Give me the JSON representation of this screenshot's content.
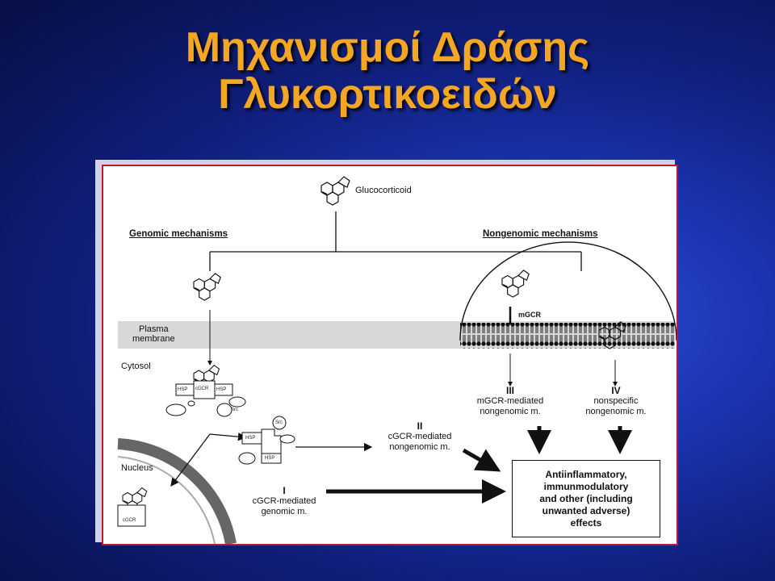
{
  "slide": {
    "title_line1": "Μηχανισμοί Δράσης",
    "title_line2": "Γλυκορτικοειδών"
  },
  "diagram": {
    "glucocorticoid": "Glucocorticoid",
    "genomic_heading": "Genomic mechanisms",
    "nongenomic_heading": "Nongenomic mechanisms",
    "plasma_membrane_1": "Plasma",
    "plasma_membrane_2": "membrane",
    "cytosol": "Cytosol",
    "nucleus": "Nucleus",
    "mgcr": "mGCR",
    "hsp": "HSP",
    "cgcr": "cGCR",
    "src": "Src",
    "pathway_I": {
      "numeral": "I",
      "line1": "cGCR-mediated",
      "line2": "genomic m."
    },
    "pathway_II": {
      "numeral": "II",
      "line1": "cGCR-mediated",
      "line2": "nongenomic m."
    },
    "pathway_III": {
      "numeral": "III",
      "line1": "mGCR-mediated",
      "line2": "nongenomic m."
    },
    "pathway_IV": {
      "numeral": "IV",
      "line1": "nonspecific",
      "line2": "nongenomic m."
    },
    "effects": {
      "line1": "Antiinflammatory,",
      "line2": "immunmodulatory",
      "line3": "and other (including",
      "line4": "unwanted adverse)",
      "line5": "effects"
    }
  },
  "colors": {
    "title": "#f5a623",
    "panel_border": "#c0182a",
    "background": "#1a34b0"
  }
}
